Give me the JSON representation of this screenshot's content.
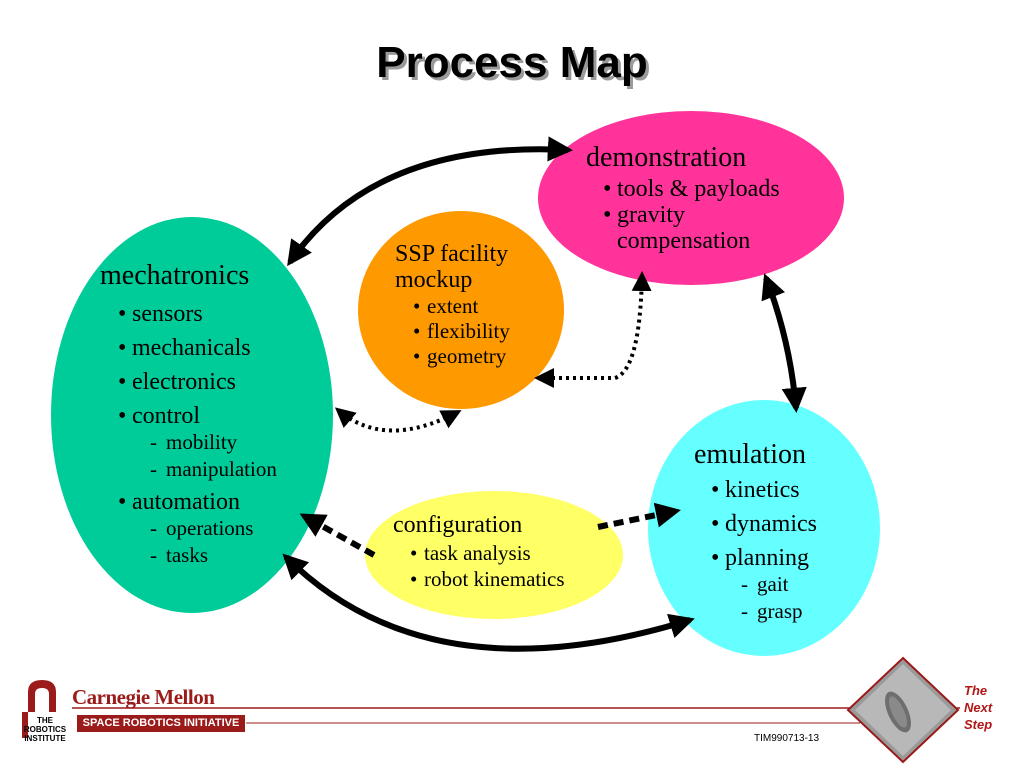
{
  "title": "Process Map",
  "nodes": {
    "demonstration": {
      "label": "demonstration",
      "items": [
        "tools & payloads",
        "gravity",
        "compensation"
      ]
    },
    "mechatronics": {
      "label": "mechatronics",
      "items": [
        "sensors",
        "mechanicals",
        "electronics",
        "control"
      ],
      "control_sub": [
        "mobility",
        "manipulation"
      ],
      "automation": "automation",
      "automation_sub": [
        "operations",
        "tasks"
      ]
    },
    "ssp": {
      "label_line1": "SSP facility",
      "label_line2": "mockup",
      "items": [
        "extent",
        "flexibility",
        "geometry"
      ]
    },
    "emulation": {
      "label": "emulation",
      "items": [
        "kinetics",
        "dynamics",
        "planning"
      ],
      "planning_sub": [
        "gait",
        "grasp"
      ]
    },
    "configuration": {
      "label": "configuration",
      "items": [
        "task analysis",
        "robot kinematics"
      ]
    }
  },
  "colors": {
    "demonstration": "#ff3399",
    "mechatronics": "#00cc99",
    "ssp": "#ff9900",
    "emulation": "#66ffff",
    "configuration": "#ffff66",
    "footer_red": "#9b1b1b"
  },
  "footer": {
    "university": "Carnegie Mellon",
    "initiative": "SPACE ROBOTICS INITIATIVE",
    "institute_line1": "THE",
    "institute_line2": "ROBOTICS",
    "institute_line3": "INSTITUTE",
    "doc_id": "TIM990713-13",
    "tagline_1": "The",
    "tagline_2": "Next",
    "tagline_3": "Step"
  }
}
